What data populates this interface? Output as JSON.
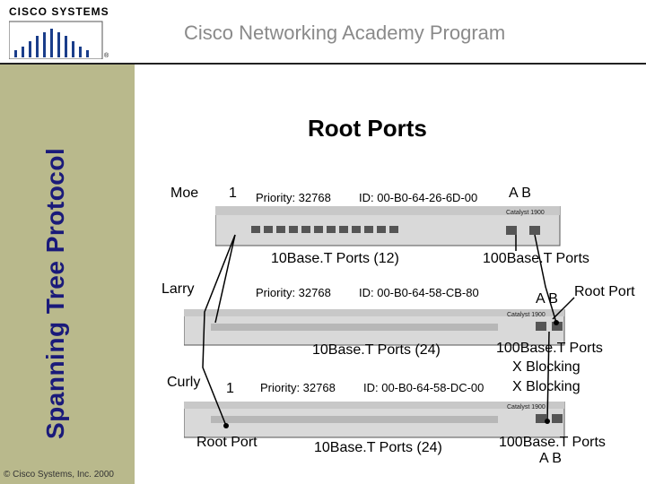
{
  "header": {
    "logo_text": "CISCO SYSTEMS",
    "program": "Cisco Networking Academy Program"
  },
  "sidebar": {
    "title": "Spanning Tree Protocol",
    "copyright": "© Cisco Systems, Inc. 2000"
  },
  "slide": {
    "title": "Root Ports"
  },
  "switches": {
    "moe": {
      "name": "Moe",
      "priority_value": "1",
      "priority": "Priority: 32768",
      "id": "ID: 00-B0-64-26-6D-00",
      "uplinks": "A B",
      "tenbase": "10Base.T Ports (12)",
      "hundredbase": "100Base.T Ports",
      "model": "Catalyst 1900"
    },
    "larry": {
      "name": "Larry",
      "priority": "Priority: 32768",
      "id": "ID: 00-B0-64-58-CB-80",
      "uplinks": "A B",
      "root_port": "Root Port",
      "tenbase": "10Base.T Ports (24)",
      "hundredbase": "100Base.T Ports",
      "blocking_1": "X Blocking",
      "blocking_2": "X Blocking",
      "model": "Catalyst 1900"
    },
    "curly": {
      "name": "Curly",
      "priority_value": "1",
      "priority": "Priority: 32768",
      "id": "ID: 00-B0-64-58-DC-00",
      "root_port": "Root Port",
      "tenbase": "10Base.T Ports (24)",
      "hundredbase": "100Base.T Ports",
      "uplinks": "A B",
      "model": "Catalyst 1900"
    }
  }
}
